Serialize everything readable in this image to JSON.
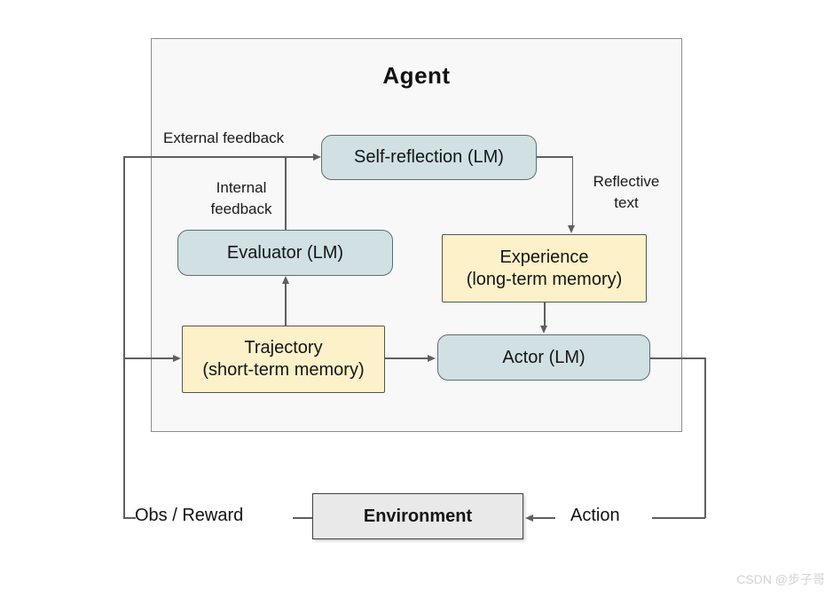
{
  "diagram": {
    "title": "Agent",
    "nodes": {
      "self_reflection": "Self-reflection (LM)",
      "evaluator": "Evaluator (LM)",
      "experience_line1": "Experience",
      "experience_line2": "(long-term memory)",
      "trajectory_line1": "Trajectory",
      "trajectory_line2": "(short-term memory)",
      "actor": "Actor (LM)",
      "environment": "Environment"
    },
    "edge_labels": {
      "external_feedback": "External feedback",
      "internal_feedback_line1": "Internal",
      "internal_feedback_line2": "feedback",
      "reflective_text_line1": "Reflective",
      "reflective_text_line2": "text",
      "obs_reward": "Obs / Reward",
      "action": "Action"
    },
    "colors": {
      "lm_box_fill": "#d0e0e3",
      "memory_box_fill": "#fcf1c9",
      "environment_fill": "#e9e9e9",
      "agent_frame_fill": "#f8f8f8",
      "line": "#5f5f5f"
    }
  },
  "watermark": "CSDN @步子哥"
}
